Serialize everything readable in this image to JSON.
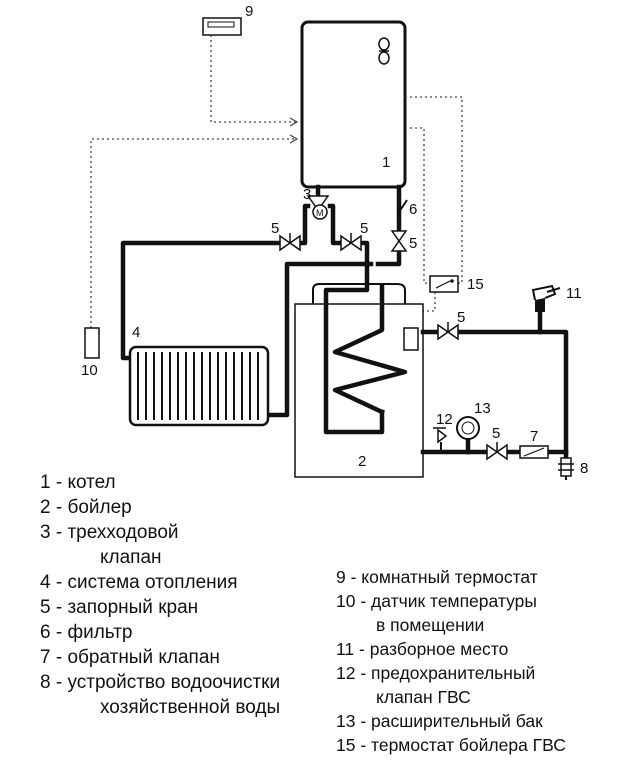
{
  "labels": {
    "boiler": "1",
    "water_heater": "2",
    "three_way_valve": "3",
    "radiator": "4",
    "valve_a": "5",
    "valve_b": "5",
    "valve_c": "5",
    "valve_d": "5",
    "valve_e": "5",
    "filter": "6",
    "check_valve": "7",
    "water_treatment": "8",
    "room_thermostat": "9",
    "temp_sensor": "10",
    "tap": "11",
    "safety_valve": "12",
    "expansion_tank": "13",
    "water_heater_thermostat": "15"
  },
  "legend_left": [
    "1 - котел",
    "2 - бойлер",
    "3 - трехходовой",
    "клапан",
    "4 - система отопления",
    "5 - запорный кран",
    "6 - фильтр",
    "7 - обратный клапан",
    "8 - устройство водоочистки",
    "хозяйственной воды"
  ],
  "legend_right": [
    "9 - комнатный термостат",
    "10 - датчик температуры",
    "в помещении",
    "11 - разборное место",
    "12 - предохранительный",
    "клапан ГВС",
    "13 - расширительный бак",
    "15 - термостат бойлера ГВС"
  ]
}
